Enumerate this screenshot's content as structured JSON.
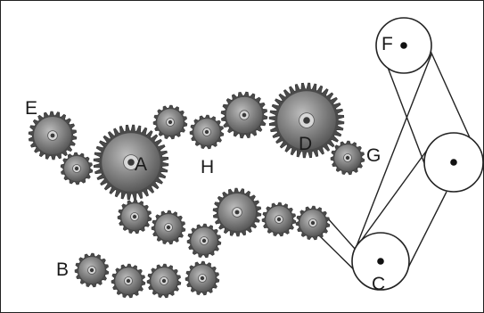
{
  "colors": {
    "gear_dark": "#4a4a4a",
    "gear_body": "#6e6e6e",
    "gear_light": "#b8b8b8",
    "hub_ring": "#d8d8d8",
    "line": "#222222",
    "pulley_fill": "#ffffff"
  },
  "labels": {
    "A": "A",
    "B": "B",
    "C": "C",
    "D": "D",
    "E": "E",
    "F": "F",
    "G": "G",
    "H": "H"
  }
}
